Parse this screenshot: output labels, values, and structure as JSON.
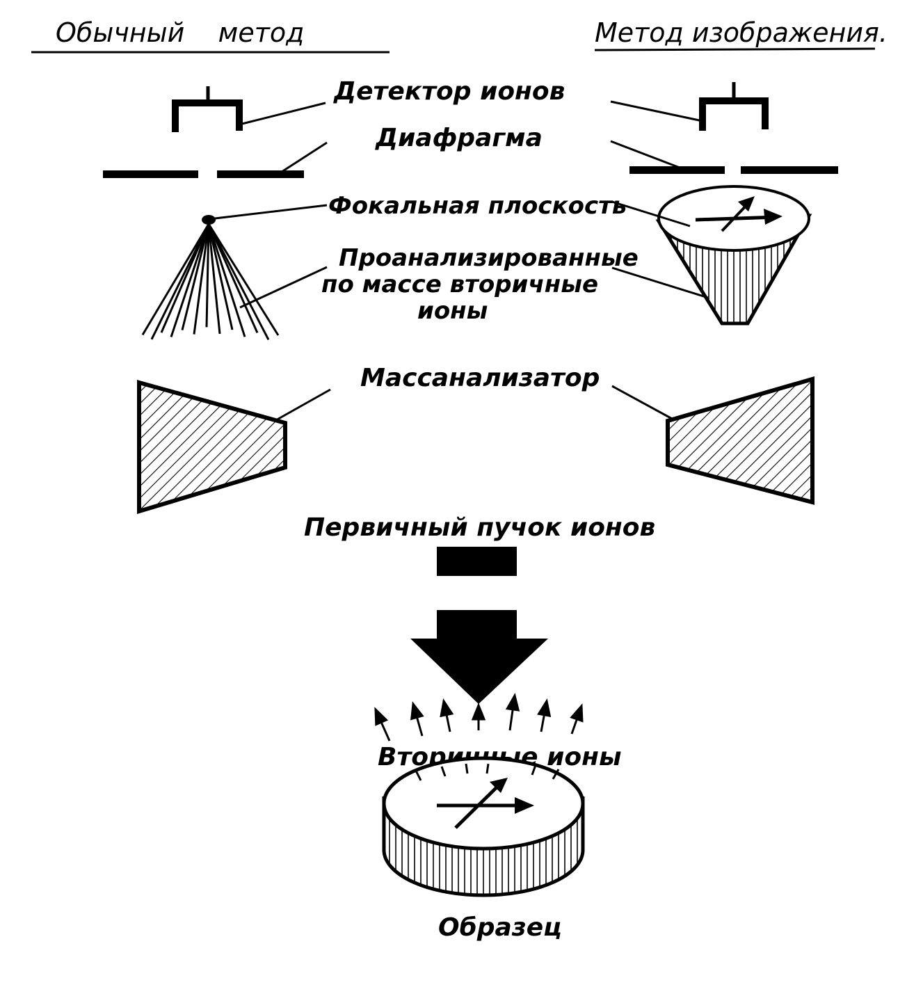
{
  "headers": {
    "left": "Обычный    метод",
    "right": "Метод изображения."
  },
  "labels": {
    "detector": "Детектор ионов",
    "diaphragm": "Диафрагма",
    "focal_plane": "Фокальная плоскость",
    "analyzed_ions": [
      "Проанализированные",
      "по массе вторичные",
      "ионы"
    ],
    "mass_analyzer": "Массанализатор",
    "primary_beam": "Первичный пучок ионов",
    "secondary_ions": "Вторичные ионы",
    "sample": "Образец"
  },
  "colors": {
    "ink": "#000000",
    "paper": "#ffffff"
  }
}
